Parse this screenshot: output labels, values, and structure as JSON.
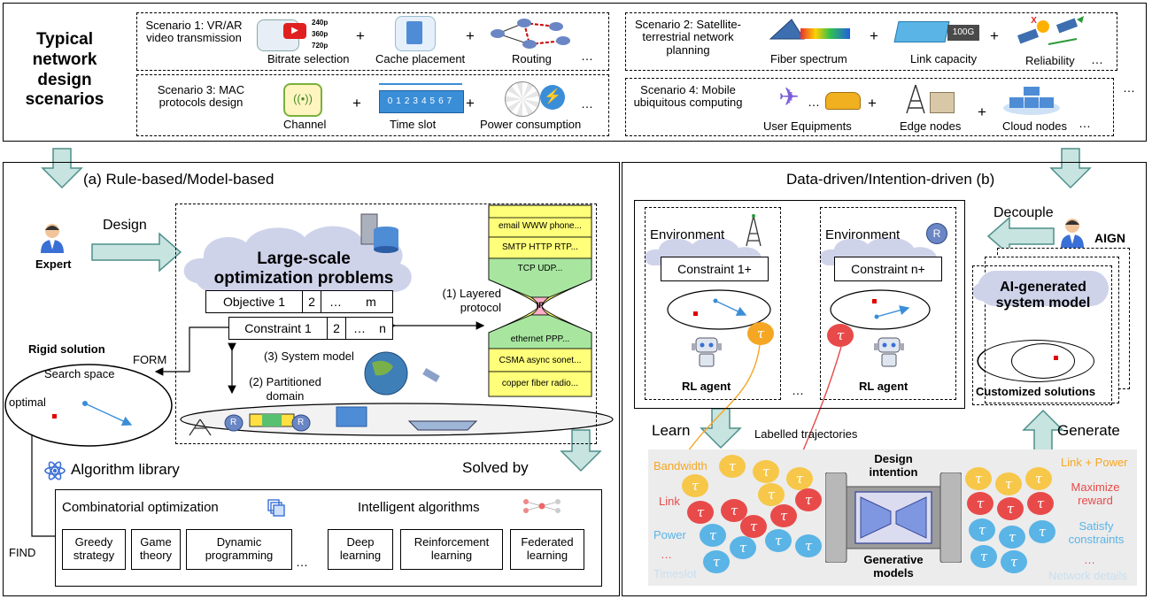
{
  "top": {
    "title": "Typical network design scenarios",
    "s1": {
      "title": "Scenario 1: VR/AR video transmission",
      "items": [
        "Bitrate selection",
        "Cache placement",
        "Routing"
      ],
      "res": [
        "240p",
        "360p",
        "720p"
      ]
    },
    "s2": {
      "title": "Scenario 2: Satellite-terrestrial network planning",
      "items": [
        "Fiber spectrum",
        "Link capacity",
        "Reliability"
      ],
      "cap": "100G"
    },
    "s3": {
      "title": "Scenario 3: MAC protocols design",
      "items": [
        "Channel",
        "Time slot",
        "Power consumption"
      ],
      "slots": "01234567"
    },
    "s4": {
      "title": "Scenario 4: Mobile ubiquitous computing",
      "items": [
        "User Equipments",
        "Edge nodes",
        "Cloud nodes"
      ]
    },
    "plus": "+",
    "ellipsis": "…"
  },
  "left": {
    "heading": "(a) Rule-based/Model-based",
    "expert": "Expert",
    "design": "Design",
    "cloud_title": "Large-scale optimization problems",
    "objective": [
      "Objective 1",
      "2",
      "…",
      "m"
    ],
    "constraint": [
      "Constraint 1",
      "2",
      "…",
      "n"
    ],
    "layered": "(1) Layered protocol",
    "system_model": "(3) System model",
    "partitioned": "(2) Partitioned domain",
    "rigid": "Rigid solution",
    "form": "FORM",
    "search_space": "Search space",
    "optimal": "optimal",
    "find": "FIND",
    "solved_by": "Solved by",
    "library": "Algorithm library",
    "comb": "Combinatorial optimization",
    "intel": "Intelligent algorithms",
    "algos": [
      "Greedy strategy",
      "Game theory",
      "Dynamic programming",
      "Deep learning",
      "Reinforcement learning",
      "Federated learning"
    ],
    "protocols": [
      "email WWW phone...",
      "SMTP HTTP RTP...",
      "TCP UDP...",
      "IP",
      "ethernet PPP...",
      "CSMA async sonet...",
      "copper fiber radio..."
    ],
    "router": "R"
  },
  "right": {
    "heading": "Data-driven/Intention-driven (b)",
    "decouple": "Decouple",
    "aign": "AIGN",
    "environment": "Environment",
    "constraint1": "Constraint 1+",
    "constraintn": "Constraint n+",
    "rl_agent": "RL agent",
    "ai_model": "AI-generated system model",
    "customized": "Customized solutions",
    "learn": "Learn",
    "labelled": "Labelled trajectories",
    "generate": "Generate",
    "design_intention": "Design intention",
    "generative": "Generative models",
    "left_labels": [
      "Bandwidth",
      "Link",
      "Power",
      "…",
      "Timeslot"
    ],
    "right_labels": [
      "Link + Power",
      "Maximize reward",
      "Satisfy constraints",
      "…",
      "Network details"
    ],
    "tau": "τ"
  },
  "colors": {
    "arrow": "#c8e4e0",
    "arrow_stroke": "#4d8f8a",
    "cloud": "#cfd3ea",
    "yellow": "#ffff7a",
    "green": "#a8e6a0",
    "orange": "#f5a623",
    "red": "#e84a4a",
    "blue": "#5ab4e6",
    "teal_router": "#6b86c4"
  }
}
